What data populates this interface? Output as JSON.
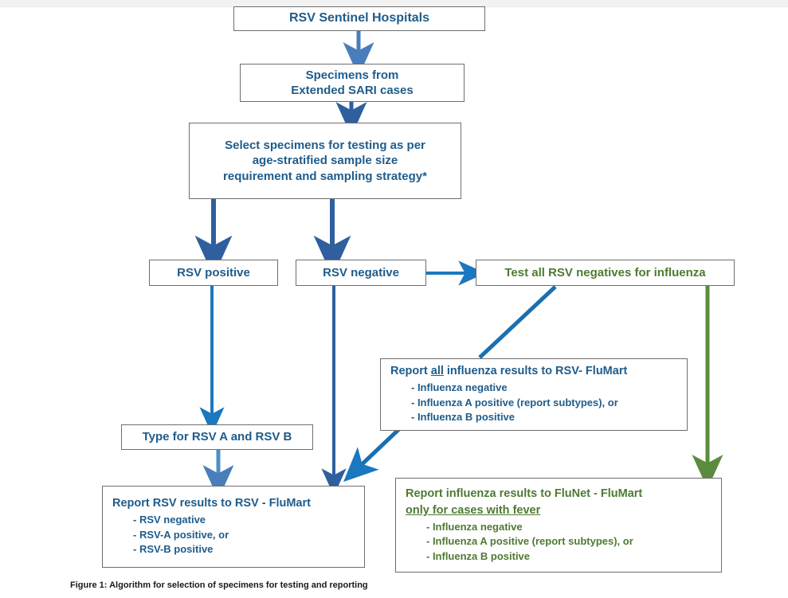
{
  "figure": {
    "caption": "Figure 1: Algorithm for selection of specimens for testing and reporting",
    "colors": {
      "blue_text": "#1f5c8b",
      "green_text": "#4e7a31",
      "arrow_dark_blue": "#3a6ea5",
      "arrow_bright_blue": "#1a78bf",
      "arrow_green": "#5b8c3e",
      "box_border": "#6e6e6e",
      "background": "#ffffff"
    }
  },
  "nodes": {
    "sentinel": {
      "title": "RSV Sentinel Hospitals"
    },
    "specimens": {
      "line1": "Specimens from",
      "line2": "Extended SARI cases"
    },
    "select": {
      "line1": "Select specimens for testing as per",
      "line2": "age-stratified sample size",
      "line3": "requirement and sampling strategy*"
    },
    "rsv_positive": {
      "title": "RSV positive"
    },
    "rsv_negative": {
      "title": "RSV negative"
    },
    "test_influenza": {
      "title": "Test all RSV negatives for influenza"
    },
    "report_influenza_all": {
      "head_part1": "Report ",
      "head_underlined": "all",
      "head_part2": " influenza results to RSV- FluMart",
      "bullets": [
        "- Influenza negative",
        "- Influenza A positive (report subtypes), or",
        "- Influenza B positive"
      ]
    },
    "type_rsv": {
      "title": "Type for RSV A and RSV B"
    },
    "report_rsv": {
      "head": "Report RSV results to RSV - FluMart",
      "bullets": [
        "- RSV negative",
        "- RSV-A positive, or",
        "- RSV-B positive"
      ]
    },
    "report_influenza_fever": {
      "head_line1": "Report influenza results to FluNet - FluMart",
      "head_line2_underlined": "only for cases with fever",
      "bullets": [
        "- Influenza negative",
        "- Influenza A positive (report subtypes), or",
        "- Influenza B positive"
      ]
    }
  },
  "edges": [
    {
      "name": "sentinel-to-specimens",
      "from": "sentinel",
      "to": "specimens",
      "style": "arrow",
      "color": "#4a7ebb"
    },
    {
      "name": "specimens-to-select",
      "from": "specimens",
      "to": "select",
      "style": "arrow",
      "color": "#2f5f9e"
    },
    {
      "name": "select-to-rsv-positive",
      "from": "select",
      "to": "rsv_positive",
      "style": "arrow",
      "color": "#2f5f9e"
    },
    {
      "name": "select-to-rsv-negative",
      "from": "select",
      "to": "rsv_negative",
      "style": "arrow",
      "color": "#2f5f9e"
    },
    {
      "name": "rsv-negative-to-test-influenza",
      "from": "rsv_negative",
      "to": "test_influenza",
      "style": "arrow",
      "color": "#1a78bf"
    },
    {
      "name": "rsv-positive-to-type-rsv",
      "from": "rsv_positive",
      "to": "type_rsv",
      "style": "arrow",
      "color": "#1a78bf"
    },
    {
      "name": "rsv-negative-to-report-rsv",
      "from": "rsv_negative",
      "to": "report_rsv",
      "style": "arrow",
      "color": "#2f5f9e"
    },
    {
      "name": "test-influenza-to-report-influenza-all",
      "from": "test_influenza",
      "to": "report_influenza_all",
      "style": "line",
      "color": "#1a6fb0"
    },
    {
      "name": "test-influenza-to-report-influenza-fever",
      "from": "test_influenza",
      "to": "report_influenza_fever",
      "style": "arrow",
      "color": "#5b8c3e"
    },
    {
      "name": "report-influenza-all-to-report-rsv",
      "from": "report_influenza_all",
      "to": "report_rsv",
      "style": "arrow",
      "color": "#1a6fb0"
    },
    {
      "name": "type-rsv-to-report-rsv",
      "from": "type_rsv",
      "to": "report_rsv",
      "style": "arrow",
      "color": "#4a90c7"
    }
  ]
}
